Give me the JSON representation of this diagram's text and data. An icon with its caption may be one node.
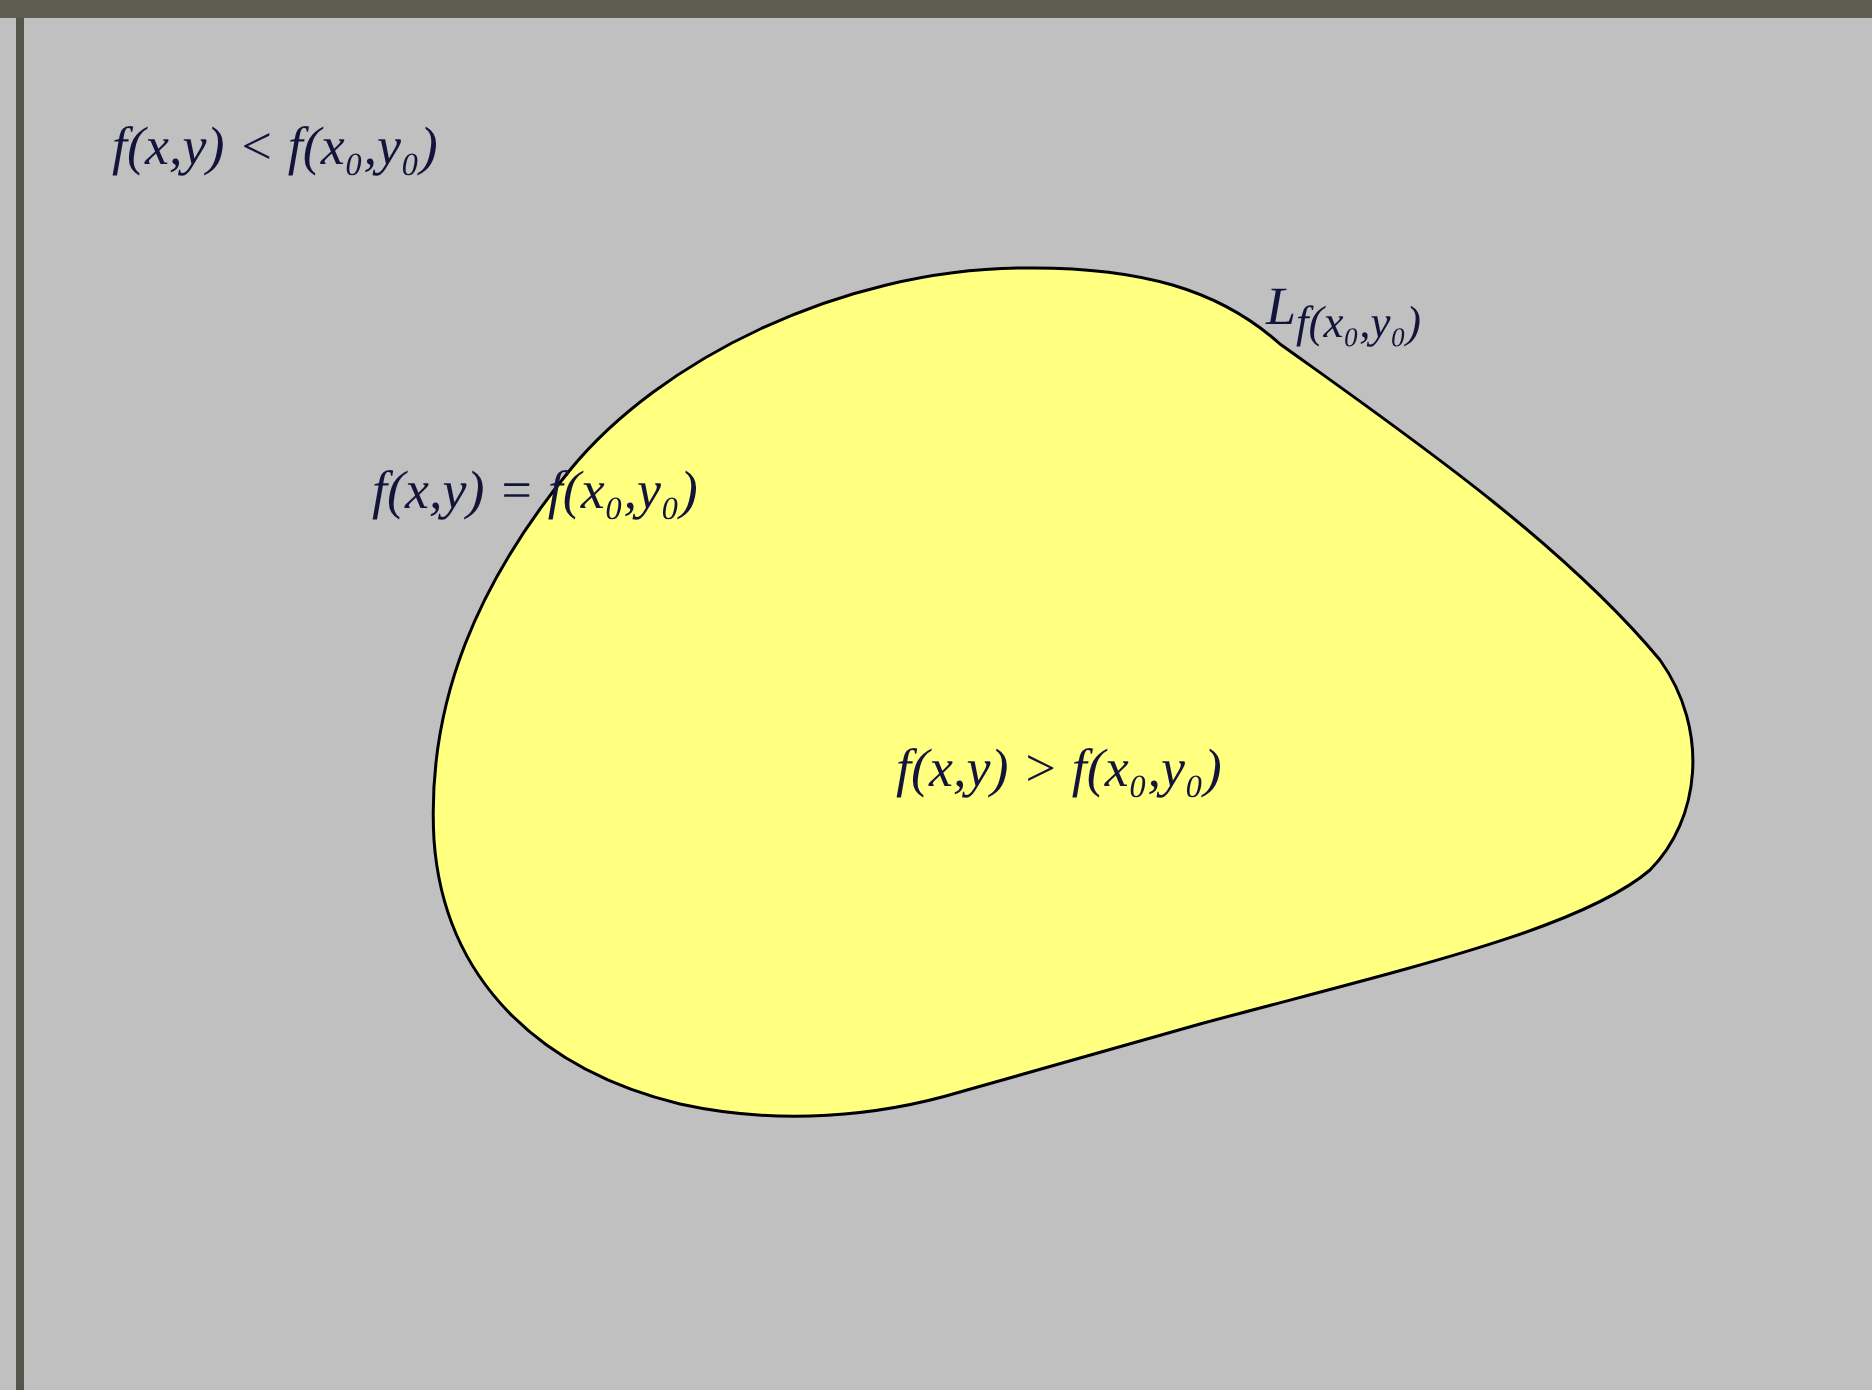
{
  "diagram": {
    "nodes": [
      {
        "text": [
          "f(x,y) > f(x₀,y₀)"
        ]
      }
    ],
    "edges": [],
    "labels": [
      "f(x,y) < f(x₀,y₀)",
      "*L*$_{f(x₀,y₀)}$",
      "f(x,y) = f(x₀,y₀)"
    ]
  }
}
